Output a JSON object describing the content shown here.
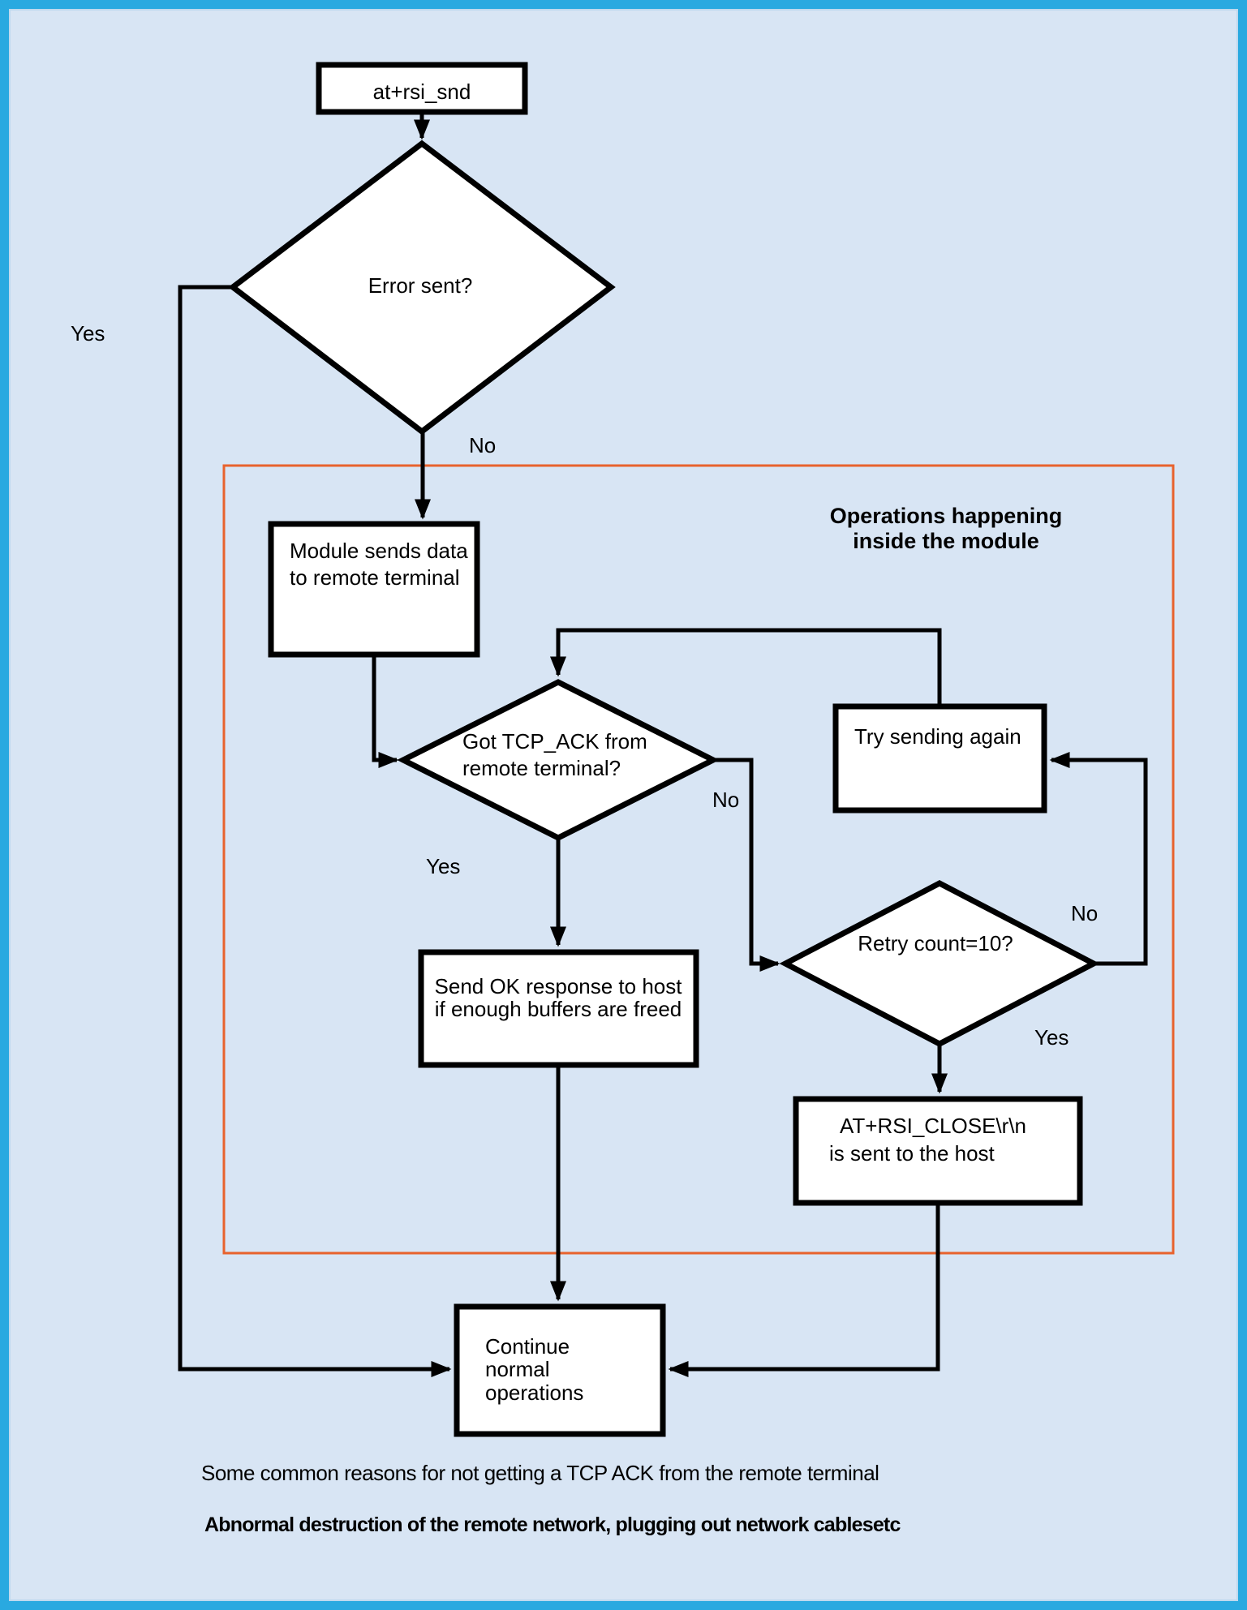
{
  "colors": {
    "frame": "#29A9E0",
    "canvas": "#D8E5F4",
    "region_outline": "#E8622D",
    "node_fill": "#FFFFFF",
    "line": "#000000"
  },
  "flowchart": {
    "nodes": {
      "start": {
        "label": "at+rsi_snd"
      },
      "error_sent": {
        "label": "Error sent?"
      },
      "module_sends": {
        "lines": [
          "Module sends data",
          "to remote terminal"
        ]
      },
      "got_tcp_ack": {
        "lines": [
          "Got TCP_ACK from",
          "remote terminal?"
        ]
      },
      "try_again": {
        "label": "Try sending again"
      },
      "retry_count": {
        "label": "Retry count=10?"
      },
      "send_ok": {
        "lines": [
          "Send OK response to host",
          "if enough buffers are freed"
        ]
      },
      "rsi_close": {
        "lines": [
          "AT+RSI_CLOSE\\r\\n",
          "is sent to the host"
        ]
      },
      "continue_ops": {
        "lines": [
          "Continue",
          "normal",
          "operations"
        ]
      }
    },
    "edge_labels": {
      "error_yes": "Yes",
      "error_no": "No",
      "ack_yes": "Yes",
      "ack_no": "No",
      "retry_no": "No",
      "retry_yes": "Yes"
    },
    "region_label": {
      "lines": [
        "Operations happening",
        "inside the module"
      ]
    },
    "notes": {
      "line1": "Some common reasons for not getting a TCP ACK from the remote terminal",
      "line2": "Abnormal destruction of the remote network, plugging out network cablesetc"
    }
  }
}
